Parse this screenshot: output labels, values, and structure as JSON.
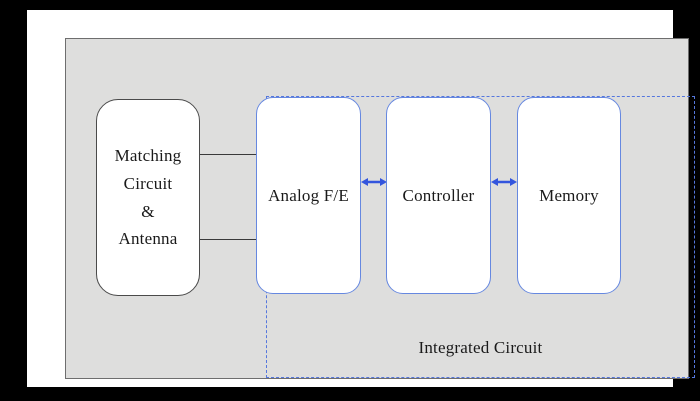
{
  "figure": {
    "type": "block-diagram",
    "frame_color": "#000000",
    "panel_background": "#dededd",
    "panel_border_color": "#6e6e6e"
  },
  "boundary": {
    "label": "Integrated Circuit",
    "style": "dashed",
    "color": "#5577dd"
  },
  "blocks": [
    {
      "id": "matching-circuit-antenna",
      "label": "Matching\nCircuit\n&\nAntenna",
      "border_color": "#4a4a4a",
      "fill": "#ffffff",
      "inside_boundary": false
    },
    {
      "id": "analog-front-end",
      "label": "Analog F/E",
      "border_color": "#6688e0",
      "fill": "#ffffff",
      "inside_boundary": true
    },
    {
      "id": "controller",
      "label": "Controller",
      "border_color": "#6688e0",
      "fill": "#ffffff",
      "inside_boundary": true
    },
    {
      "id": "memory",
      "label": "Memory",
      "border_color": "#6688e0",
      "fill": "#ffffff",
      "inside_boundary": true
    }
  ],
  "connections": [
    {
      "id": "antenna-to-afe-upper",
      "from": "matching-circuit-antenna",
      "to": "analog-front-end",
      "style": "line",
      "color": "#3a3a3a"
    },
    {
      "id": "antenna-to-afe-lower",
      "from": "matching-circuit-antenna",
      "to": "analog-front-end",
      "style": "line",
      "color": "#3a3a3a"
    },
    {
      "id": "afe-to-controller",
      "from": "analog-front-end",
      "to": "controller",
      "style": "double-arrow",
      "color": "#3355dd"
    },
    {
      "id": "controller-to-memory",
      "from": "controller",
      "to": "memory",
      "style": "double-arrow",
      "color": "#3355dd"
    }
  ]
}
